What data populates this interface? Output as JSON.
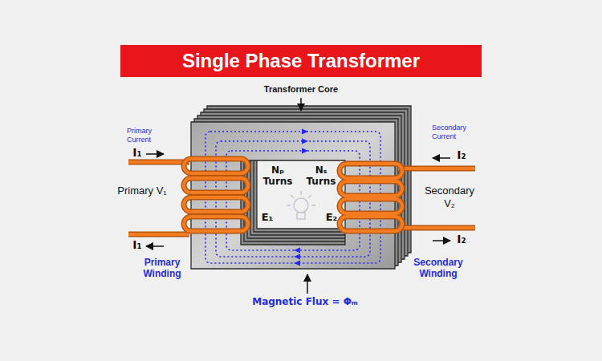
{
  "diagram": {
    "title": "Single Phase Transformer",
    "labels": [
      "Transformer Core",
      "Primary Current",
      "I₁",
      "Primary V₁",
      "I₁",
      "Primary Winding",
      "Nₚ Turns",
      "Nₛ Turns",
      "E₁",
      "E₂",
      "Secondary Current",
      "I₂",
      "Secondary V₂",
      "I₂",
      "Secondary Winding",
      "Magnetic Flux = Φₘ"
    ]
  }
}
